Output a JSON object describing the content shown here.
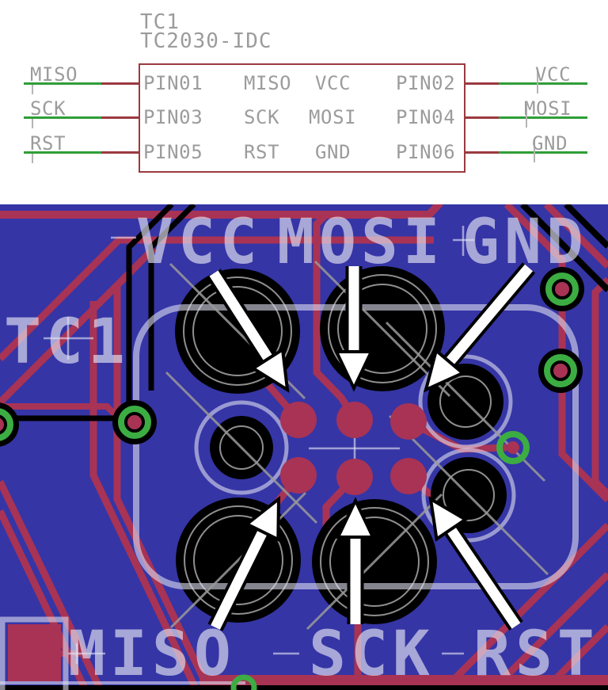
{
  "schematic": {
    "refdes": "TC1",
    "value": "TC2030-IDC",
    "left_nets": [
      "MISO",
      "SCK",
      "RST"
    ],
    "right_nets": [
      "VCC",
      "MOSI",
      "GND"
    ],
    "rows": [
      {
        "left_pin": "PIN01",
        "sig_a": "MISO",
        "sig_b": "VCC",
        "right_pin": "PIN02"
      },
      {
        "left_pin": "PIN03",
        "sig_a": "SCK",
        "sig_b": "MOSI",
        "right_pin": "PIN04"
      },
      {
        "left_pin": "PIN05",
        "sig_a": "RST",
        "sig_b": "GND",
        "right_pin": "PIN06"
      }
    ],
    "colors": {
      "symbol_outline": "#9b3a40",
      "net_wire": "#2f9e38",
      "text": "#9c9c9c"
    }
  },
  "pcb": {
    "refdes": "TC1",
    "top_labels": [
      "VCC",
      "MOSI",
      "GND"
    ],
    "bottom_labels": [
      "MISO",
      "SCK",
      "RST"
    ],
    "arrow_count": 6,
    "colors": {
      "board": "#3535a6",
      "copper": "#a83355",
      "silkscreen": "#d8d8ee",
      "via_green": "#3cad42",
      "hole": "#000000"
    }
  }
}
